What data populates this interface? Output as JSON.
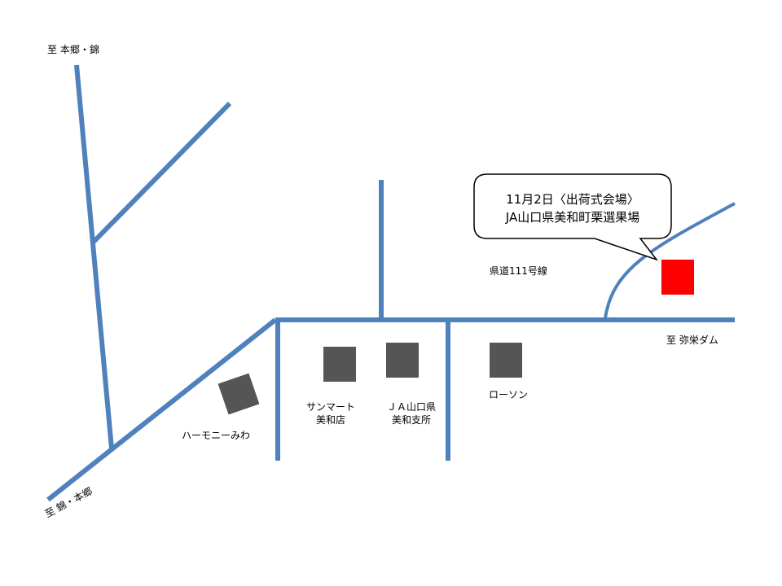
{
  "colors": {
    "road": "#4f81bd",
    "building": "#555555",
    "venue": "#ff0000",
    "callout_stroke": "#000000",
    "background": "#ffffff"
  },
  "direction_labels": {
    "north_left": "至 本郷・錦",
    "southwest": "至 錦・本郷",
    "east": "至 弥栄ダム"
  },
  "road_label": "県道111号線",
  "callout": {
    "line1": "11月2日〈出荷式会場〉",
    "line2": "JA山口県美和町栗選果場"
  },
  "buildings": {
    "harmony": "ハーモニーみわ",
    "sunmart_line1": "サンマート",
    "sunmart_line2": "美和店",
    "ja_line1": "ＪＡ山口県",
    "ja_line2": "美和支所",
    "lawson": "ローソン"
  }
}
